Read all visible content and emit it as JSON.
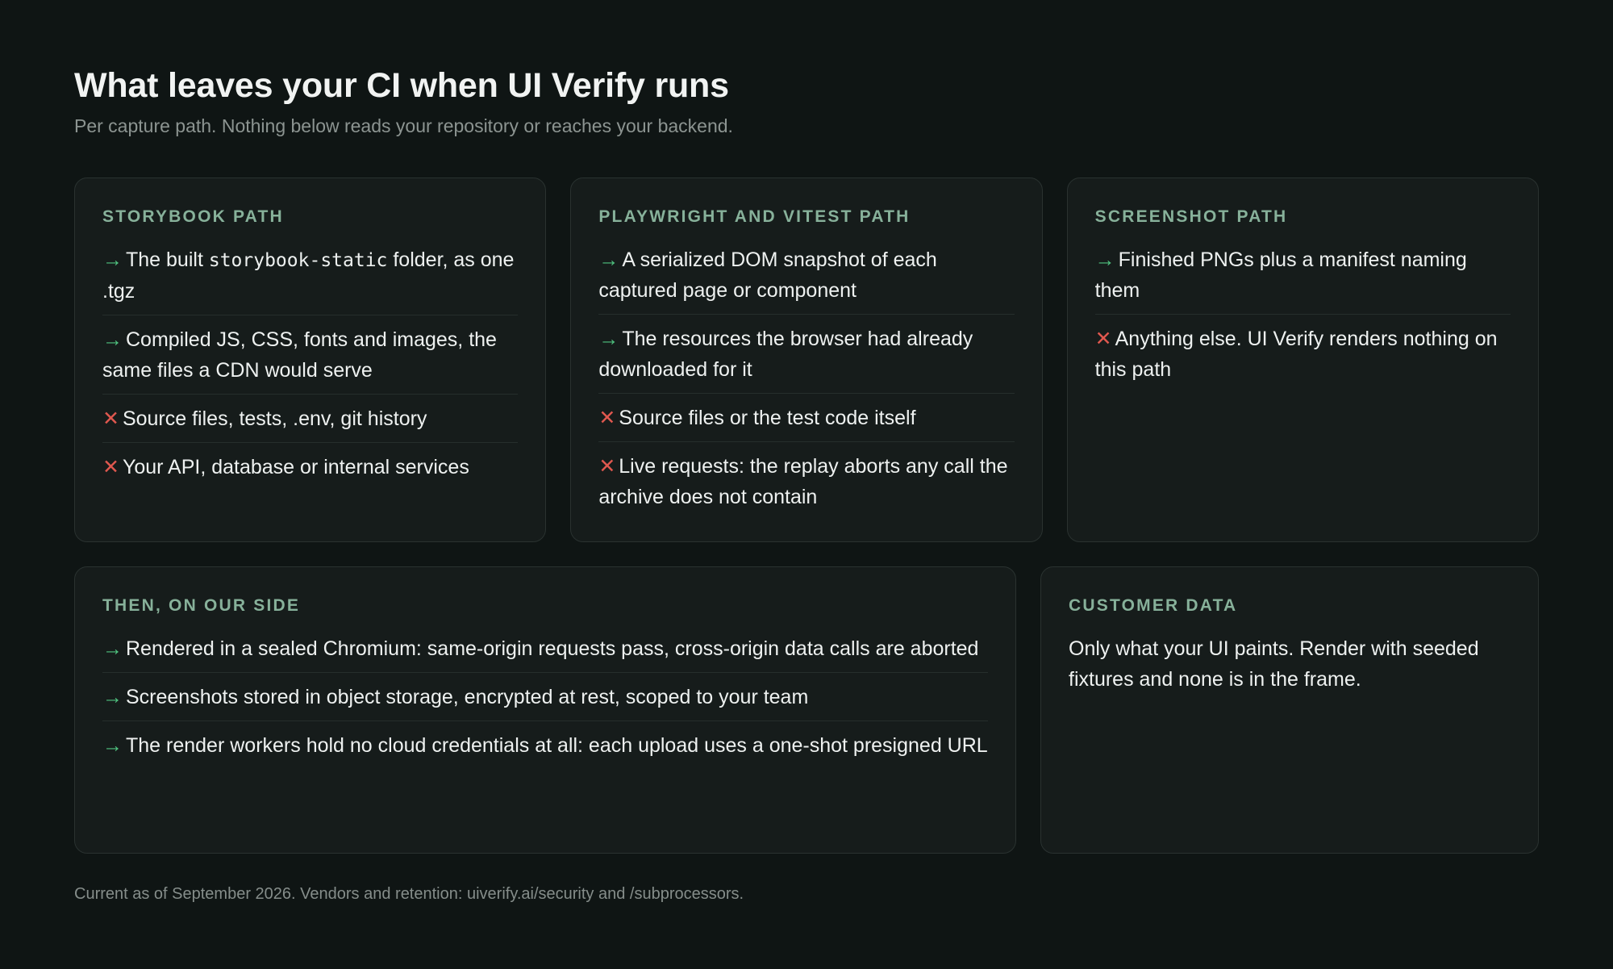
{
  "header": {
    "title": "What leaves your CI when UI Verify runs",
    "subtitle": "Per capture path. Nothing below reads your repository or reaches your backend."
  },
  "icons": {
    "included": "→",
    "excluded": "✕"
  },
  "colors": {
    "background": "#0f1514",
    "card": "#161c1b",
    "label": "#87b19a",
    "included": "#4fc27f",
    "excluded": "#e0584f"
  },
  "storybook": {
    "label": "STORYBOOK PATH",
    "item1_prefix": "The built ",
    "item1_code": "storybook-static",
    "item1_suffix": " folder, as one .tgz",
    "item2": "Compiled JS, CSS, fonts and images, the same files a CDN would serve",
    "item3": "Source files, tests, .env, git history",
    "item4": "Your API, database or internal services"
  },
  "playwright": {
    "label": "PLAYWRIGHT AND VITEST PATH",
    "item1": "A serialized DOM snapshot of each captured page or component",
    "item2": "The resources the browser had already downloaded for it",
    "item3": "Source files or the test code itself",
    "item4": "Live requests: the replay aborts any call the archive does not contain"
  },
  "screenshot": {
    "label": "SCREENSHOT PATH",
    "item1": "Finished PNGs plus a manifest naming them",
    "item2": "Anything else. UI Verify renders nothing on this path"
  },
  "our_side": {
    "label": "THEN, ON OUR SIDE",
    "item1": "Rendered in a sealed Chromium: same-origin requests pass, cross-origin data calls are aborted",
    "item2": "Screenshots stored in object storage, encrypted at rest, scoped to your team",
    "item3": "The render workers hold no cloud credentials at all: each upload uses a one-shot presigned URL"
  },
  "customer_data": {
    "label": "CUSTOMER DATA",
    "text": "Only what your UI paints. Render with seeded fixtures and none is in the frame."
  },
  "footer": {
    "text": "Current as of September 2026. Vendors and retention: uiverify.ai/security and /subprocessors."
  }
}
